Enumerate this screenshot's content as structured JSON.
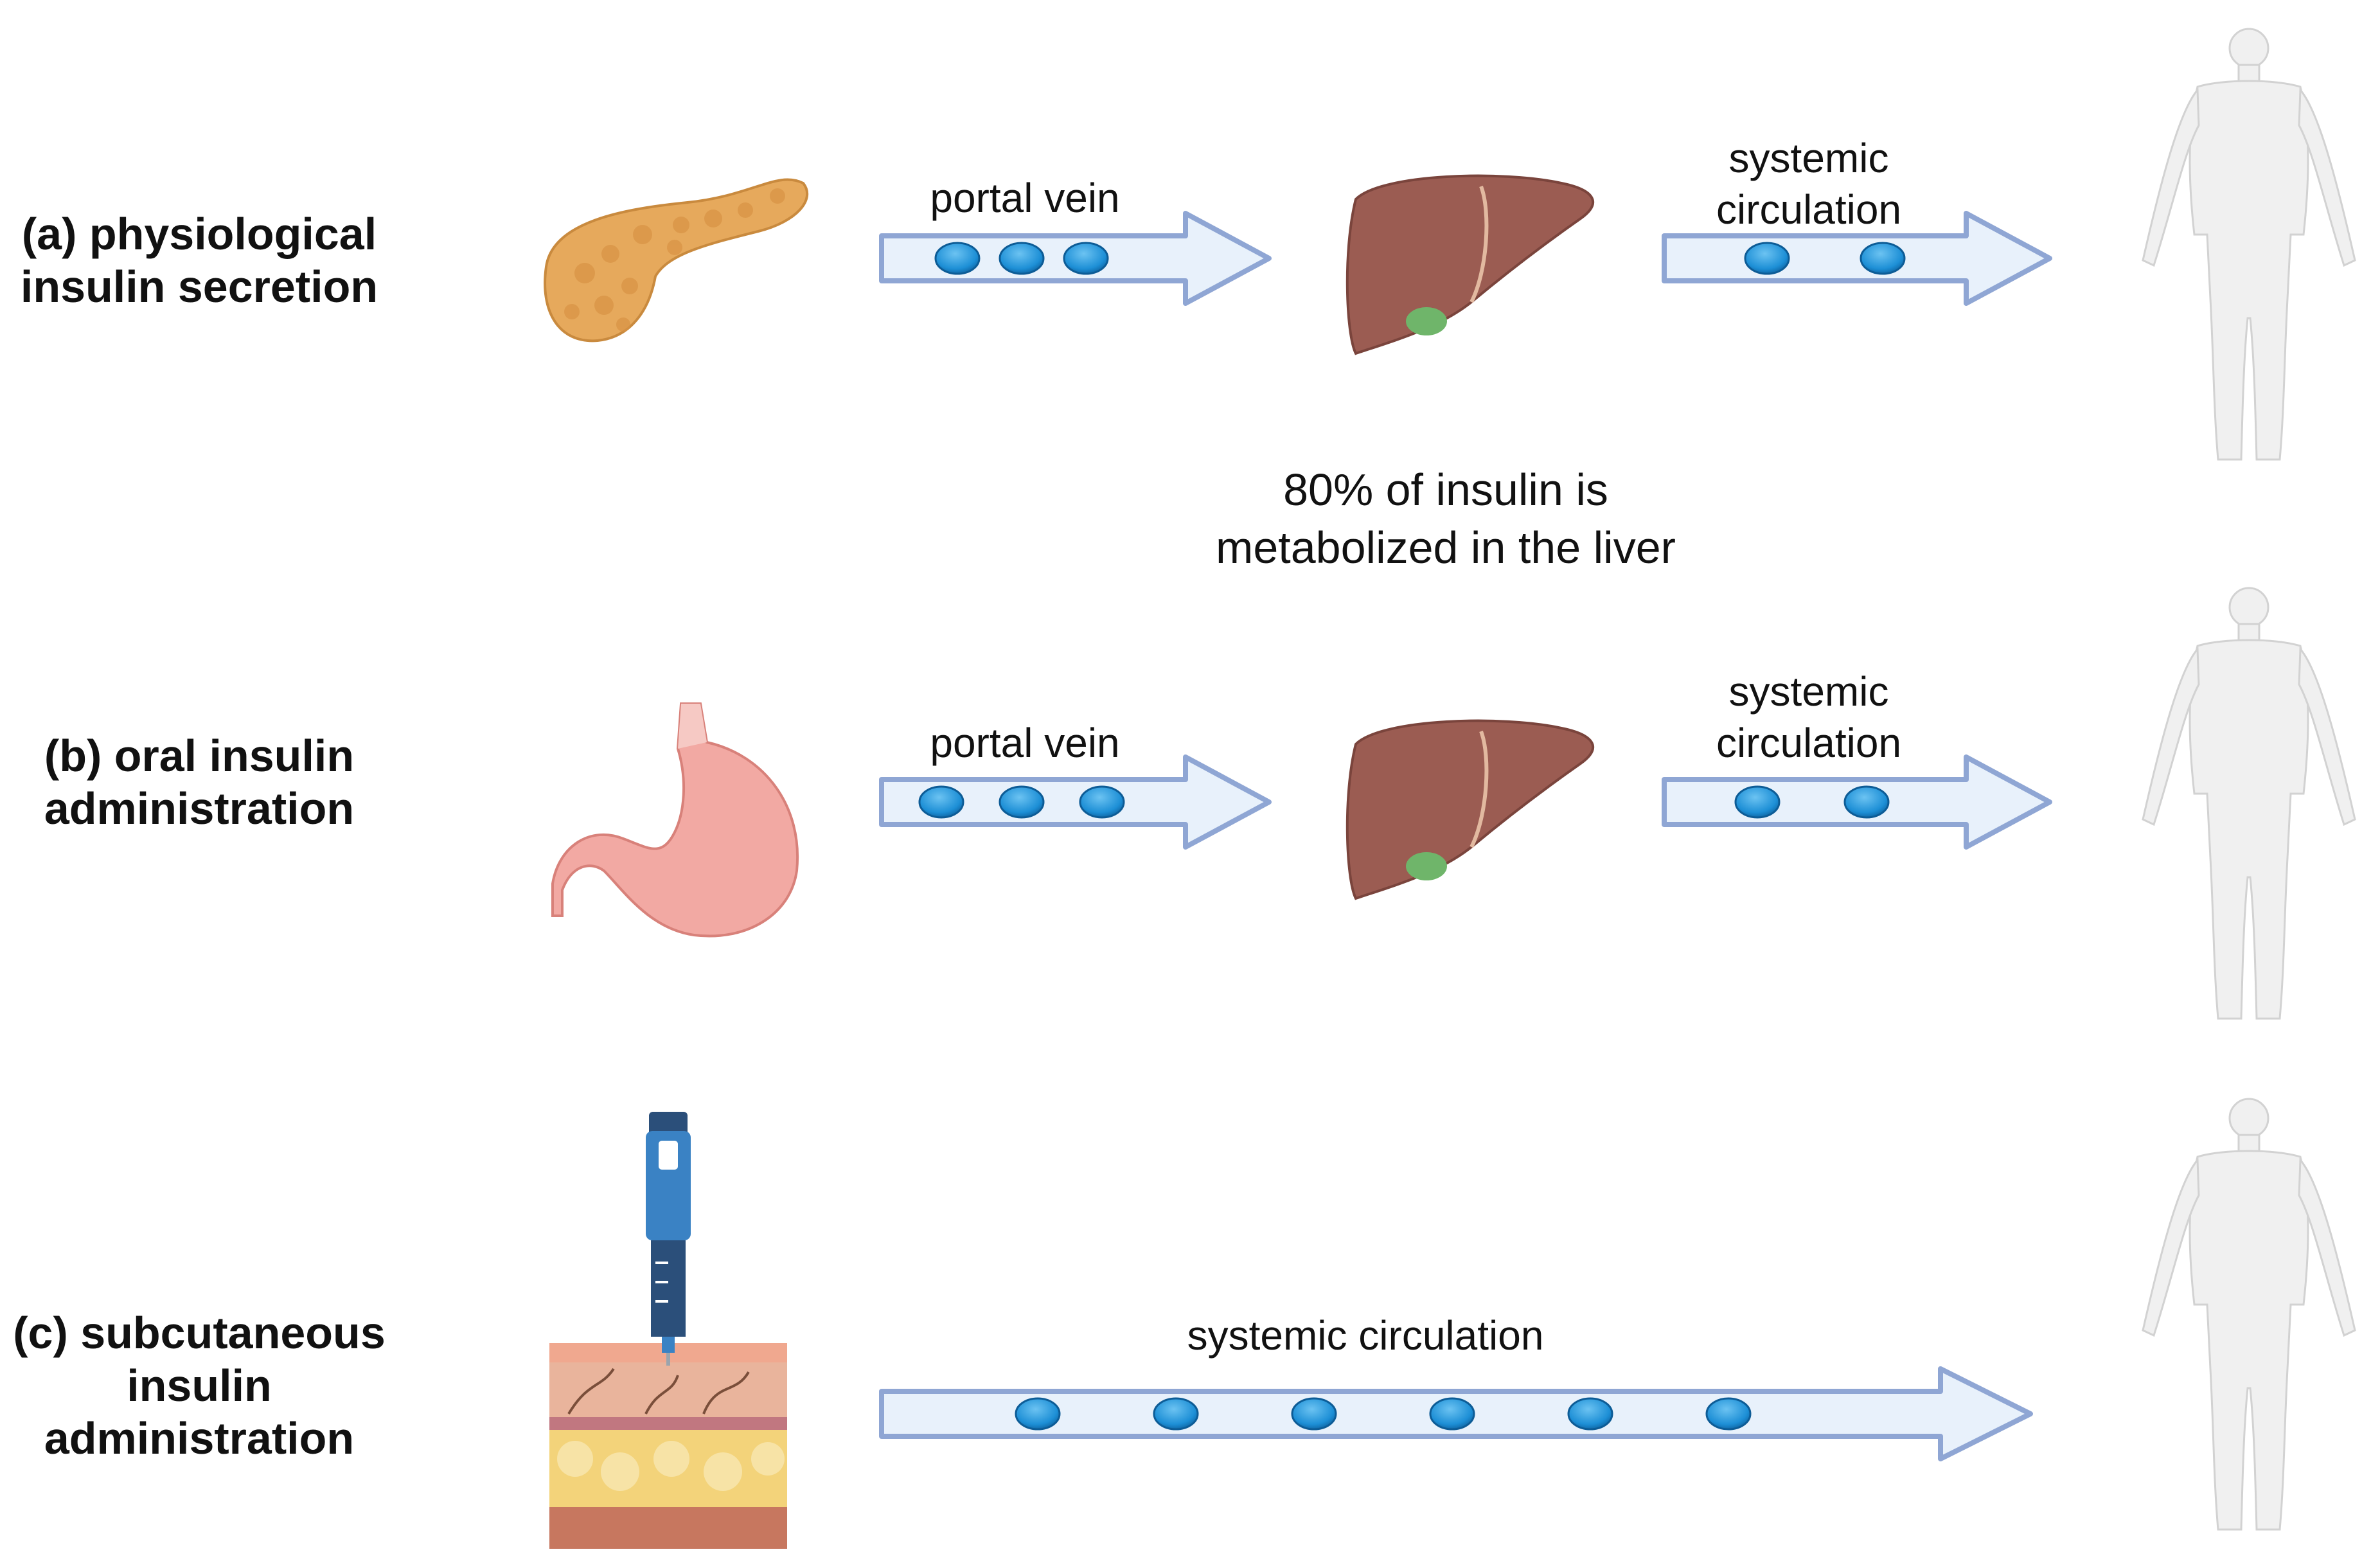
{
  "rows": [
    {
      "label_lines": [
        "(a) physiological",
        "insulin secretion"
      ],
      "source_icon": "pancreas-icon",
      "arrow1_label": "portal vein",
      "arrow2_label_lines": [
        "systemic",
        "circulation"
      ],
      "arrow1_dots": 3,
      "arrow2_dots": 2
    },
    {
      "label_lines": [
        "(b) oral insulin",
        "administration"
      ],
      "source_icon": "stomach-icon",
      "arrow1_label": "portal vein",
      "arrow2_label_lines": [
        "systemic",
        "circulation"
      ],
      "arrow1_dots": 3,
      "arrow2_dots": 2
    },
    {
      "label_lines": [
        "(c) subcutaneous",
        "insulin",
        "administration"
      ],
      "source_icon": "insulin-pen-skin-icon",
      "arrow_label": "systemic circulation",
      "arrow_dots": 6
    }
  ],
  "liver_note_lines": [
    "80% of insulin is",
    "metabolized in the liver"
  ],
  "icons": {
    "organ": "liver-icon",
    "target": "human-body-icon"
  },
  "colors": {
    "arrow_fill": "#e8f1fb",
    "arrow_stroke": "#8fa6d4",
    "insulin_dot": "#1d8fd6",
    "liver": "#9b5c52",
    "pancreas": "#e6a95c",
    "stomach": "#f2a9a3",
    "pen": "#3a82c4",
    "body": "#efefef"
  }
}
